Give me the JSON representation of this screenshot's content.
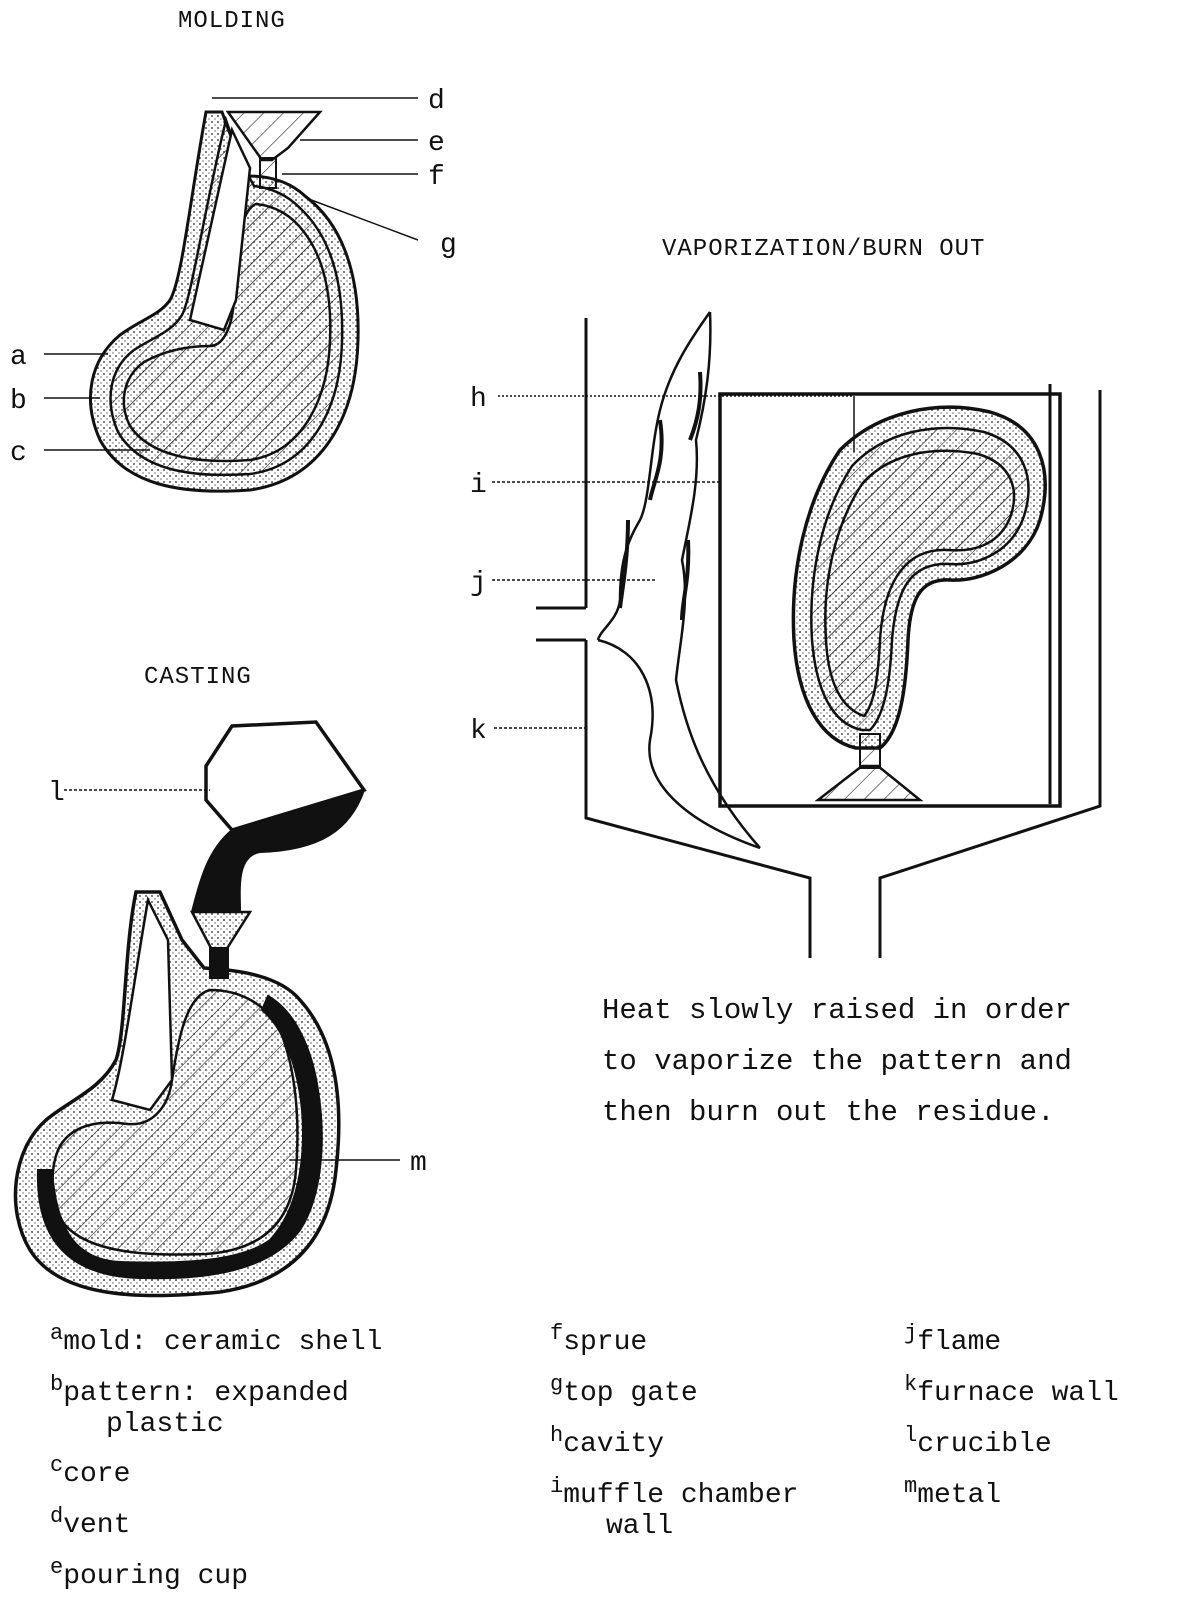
{
  "headings": {
    "molding": "MOLDING",
    "vaporization": "VAPORIZATION/BURN OUT",
    "casting": "CASTING"
  },
  "callouts": {
    "a": "a",
    "b": "b",
    "c": "c",
    "d": "d",
    "e": "e",
    "f": "f",
    "g": "g",
    "h": "h",
    "i": "i",
    "j": "j",
    "k": "k",
    "l": "l",
    "m": "m"
  },
  "note": {
    "line1": "Heat slowly raised in order",
    "line2": "to vaporize the pattern and",
    "line3": "then burn out the residue."
  },
  "legend": {
    "a": {
      "letter": "a",
      "text": "mold:  ceramic shell"
    },
    "b": {
      "letter": "b",
      "text": "pattern:  expanded",
      "text2": "plastic"
    },
    "c": {
      "letter": "c",
      "text": "core"
    },
    "d": {
      "letter": "d",
      "text": "vent"
    },
    "e": {
      "letter": "e",
      "text": "pouring cup"
    },
    "f": {
      "letter": "f",
      "text": "sprue"
    },
    "g": {
      "letter": "g",
      "text": "top gate"
    },
    "h": {
      "letter": "h",
      "text": "cavity"
    },
    "i": {
      "letter": "i",
      "text": "muffle chamber",
      "text2": "wall"
    },
    "j": {
      "letter": "j",
      "text": "flame"
    },
    "k": {
      "letter": "k",
      "text": "furnace wall"
    },
    "l": {
      "letter": "l",
      "text": "crucible"
    },
    "m": {
      "letter": "m",
      "text": "metal"
    }
  }
}
